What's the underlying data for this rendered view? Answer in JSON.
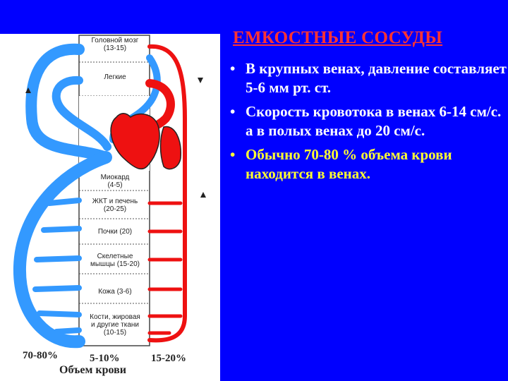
{
  "slide": {
    "title": "ЕМКОСТНЫЕ СОСУДЫ",
    "bullets": [
      "В крупных венах,  давление составляет 5-6 мм рт. ст.",
      "Скорость кровотока в венах 6-14 см/с. а в полых венах до 20 см/с.",
      "Обычно 70-80 % объема крови находится в венах."
    ]
  },
  "diagram": {
    "organs": {
      "brain": [
        "Головной мозг",
        "(13-15)"
      ],
      "lungs": [
        "Легкие"
      ],
      "myocardium": [
        "Миокард",
        "(4-5)"
      ],
      "gi_liver": [
        "ЖКТ и печень",
        "(20-25)"
      ],
      "kidneys": [
        "Почки (20)"
      ],
      "muscles": [
        "Скелетные",
        "мышцы (15-20)"
      ],
      "skin": [
        "Кожа (3-6)"
      ],
      "bones": [
        "Кости, жировая",
        "и другие ткани",
        "(10-15)"
      ]
    },
    "venous_pct": "70-80%",
    "capillary_pct": "5-10%",
    "arterial_pct": "15-20%",
    "caption": "Объем крови",
    "colors": {
      "venous": "#3399ff",
      "arterial": "#ee1111"
    }
  }
}
